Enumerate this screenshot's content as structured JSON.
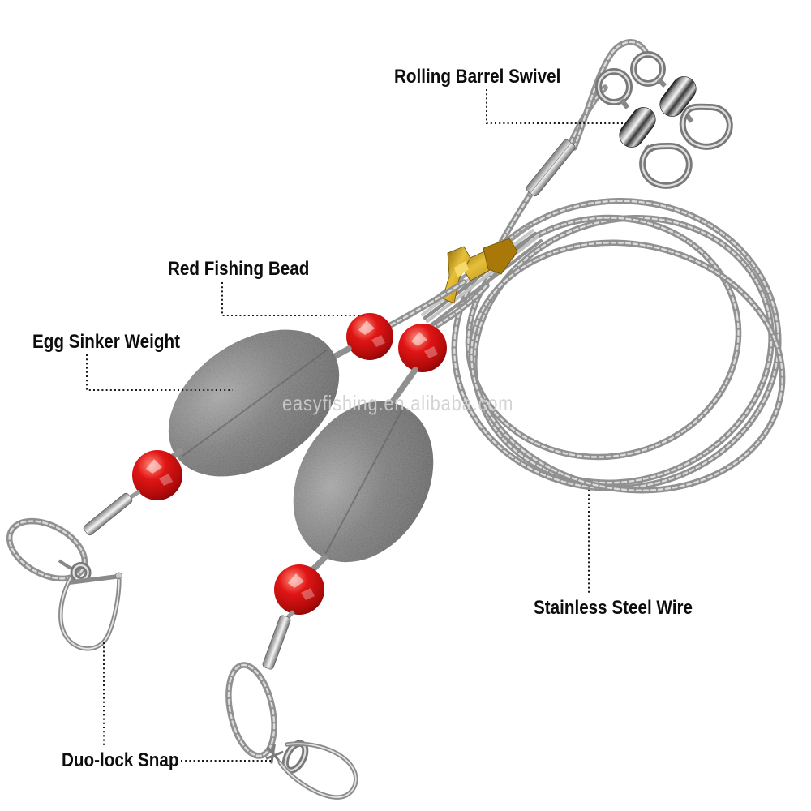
{
  "annotations": {
    "rolling_barrel_swivel": {
      "label": "Rolling Barrel Swivel"
    },
    "red_fishing_bead": {
      "label": "Red Fishing Bead"
    },
    "egg_sinker_weight": {
      "label": "Egg Sinker Weight"
    },
    "stainless_steel_wire": {
      "label": "Stainless Steel Wire"
    },
    "duo_lock_snap": {
      "label": "Duo-lock Snap"
    }
  },
  "watermark": {
    "text": "easyfishing.en.alibaba.com"
  },
  "colors": {
    "background": "#ffffff",
    "label_text": "#0d0d0d",
    "leader_line": "#1a1a1a",
    "bead_red": "#e01515",
    "bead_red_dark": "#8c0606",
    "bead_highlight": "#ff8d7a",
    "sinker_gray": "#5a5a5a",
    "sinker_gray_dark": "#3a3a3a",
    "wire_gray": "#909090",
    "wire_highlight": "#e4e4e4",
    "tie_gold": "#e6bf3a",
    "tie_gold_dark": "#a87908",
    "watermark_gray": "#cfcfcf"
  }
}
